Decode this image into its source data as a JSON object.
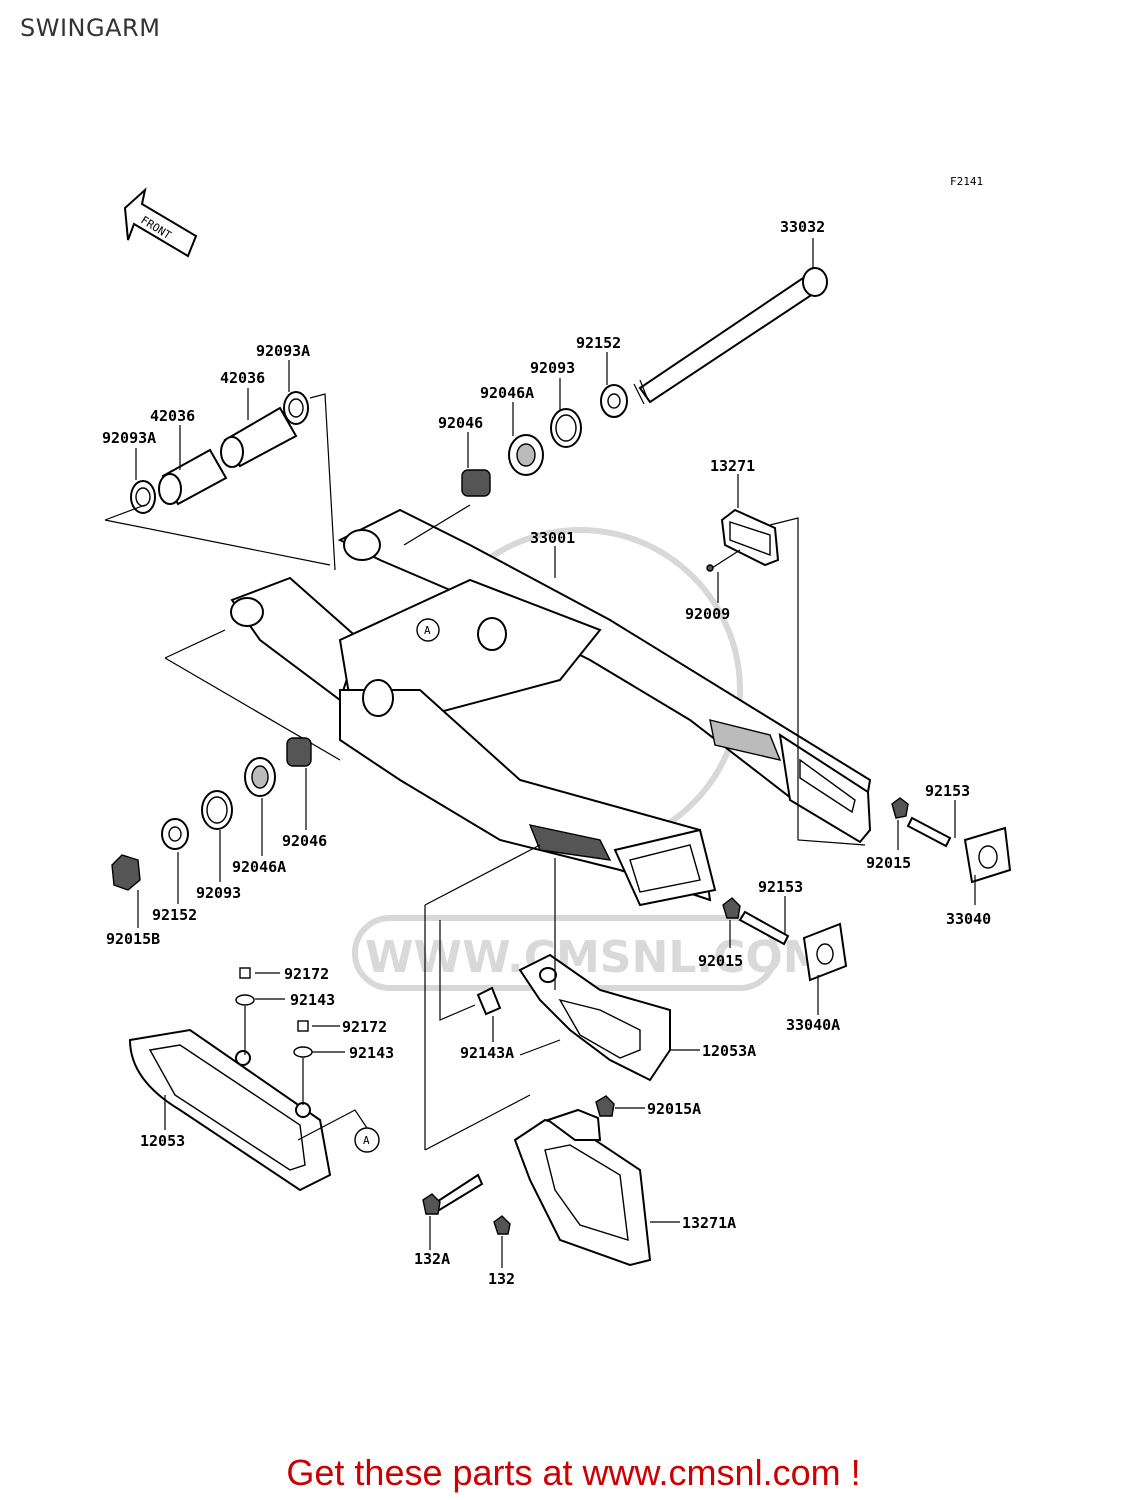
{
  "title": "SWINGARM",
  "figure_code": "F2141",
  "front_label": "FRONT",
  "watermark": "WWW.CMSNL.COM",
  "footer": "Get these parts at www.cmsnl.com !",
  "callout_ref": "A",
  "parts": {
    "p33032": "33032",
    "p92152_top": "92152",
    "p92093_top": "92093",
    "p92046A_top": "92046A",
    "p92046_top": "92046",
    "p92093A_top": "92093A",
    "p42036_top": "42036",
    "p42036_b": "42036",
    "p92093A_left": "92093A",
    "p13271": "13271",
    "p33001": "33001",
    "p92009": "92009",
    "p92153_r": "92153",
    "p92015_r": "92015",
    "p33040": "33040",
    "p92046_mid": "92046",
    "p92046A_mid": "92046A",
    "p92093_mid": "92093",
    "p92152_mid": "92152",
    "p92015B": "92015B",
    "p92153_m": "92153",
    "p92015_m": "92015",
    "p33040A": "33040A",
    "p92172_a": "92172",
    "p92143_a": "92143",
    "p92172_b": "92172",
    "p92143_b": "92143",
    "p12053": "12053",
    "p92143A": "92143A",
    "p12053A": "12053A",
    "p92015A": "92015A",
    "p13271A": "13271A",
    "p132A": "132A",
    "p132": "132"
  }
}
